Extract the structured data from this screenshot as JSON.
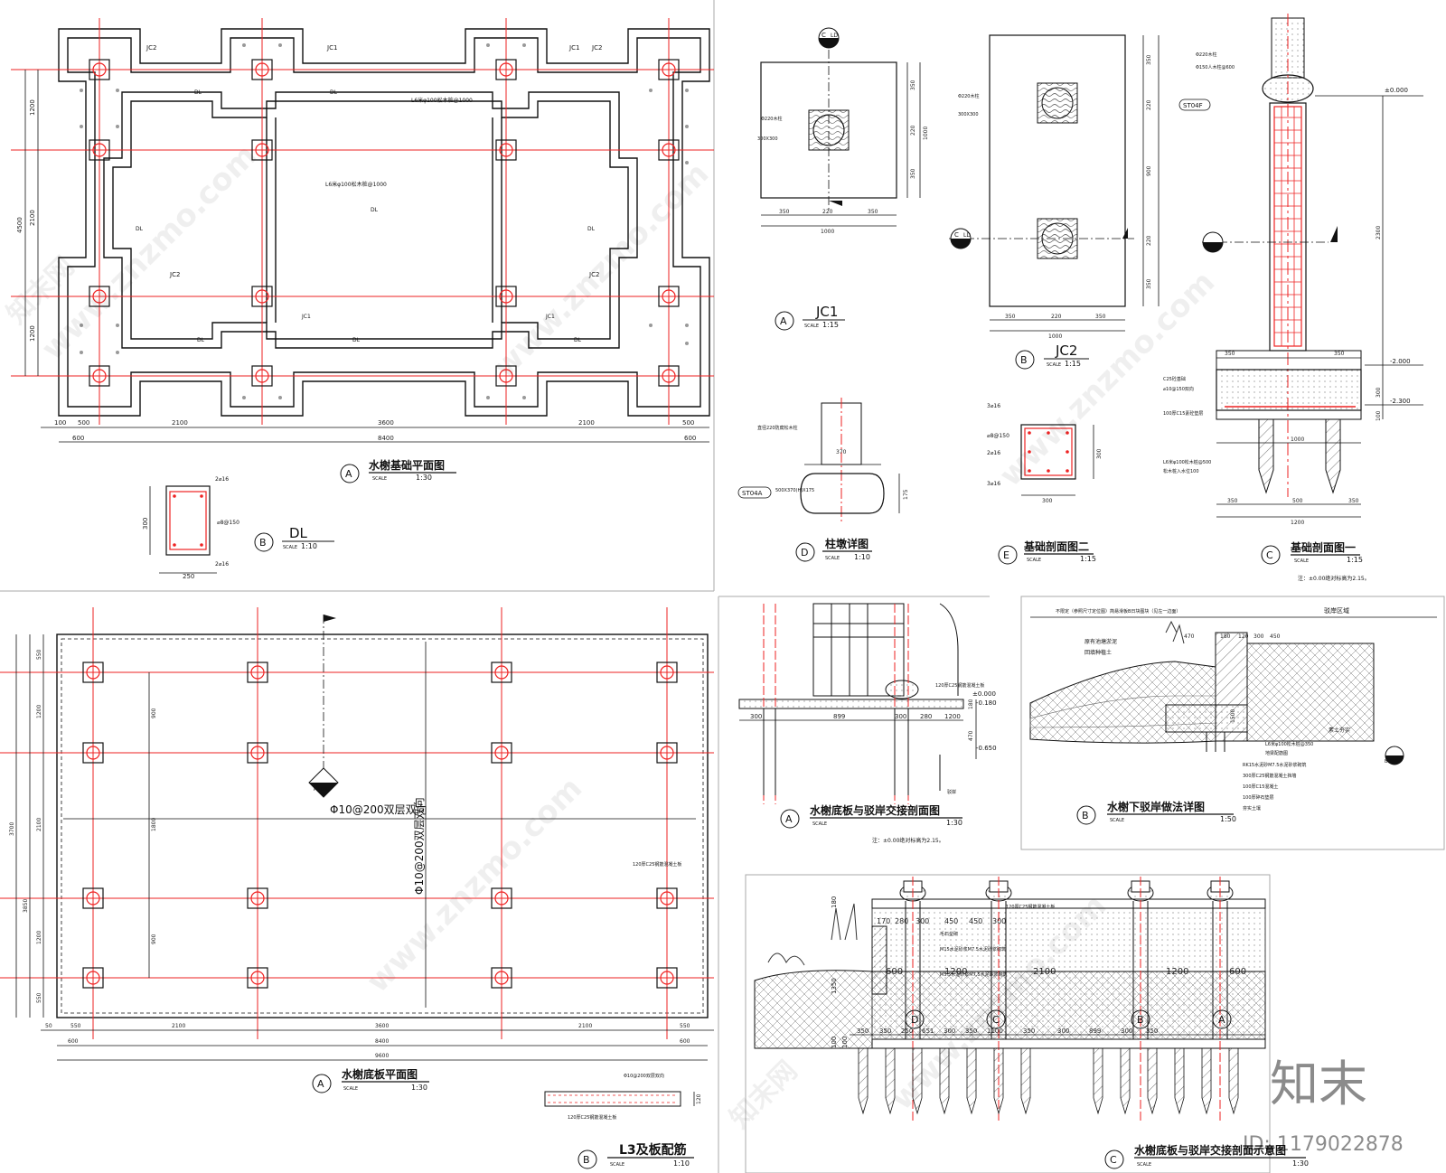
{
  "drawings": {
    "foundation_plan": {
      "mark": "A",
      "title": "水榭基础平面图",
      "scale_label": "SCALE",
      "scale": "1:30",
      "labels": {
        "jc1": "JC1",
        "jc2": "JC2",
        "dl": "DL",
        "timber1": "L6米φ100松木桩@1000",
        "timber2": "L6米φ100松木桩@1000"
      },
      "dims_bottom": [
        "500",
        "2100",
        "3600",
        "2100",
        "500"
      ],
      "dims_total": [
        "600",
        "8400",
        "600"
      ],
      "dims_left": [
        "1200",
        "2100",
        "1200"
      ],
      "dim_left_total": "4500",
      "dim_margin": "100"
    },
    "dl_section": {
      "mark": "B",
      "title": "DL",
      "scale_label": "SCALE",
      "scale": "1:10",
      "labels": {
        "top": "2⌀16",
        "stirrup": "⌀8@150",
        "bottom": "2⌀16"
      },
      "width": "250",
      "height": "300"
    },
    "jc1": {
      "mark": "A",
      "title": "JC1",
      "scale_label": "SCALE",
      "scale": "1:15",
      "labels": {
        "col": "Φ220木柱",
        "pad": "300X300"
      },
      "dims_bottom": [
        "350",
        "220",
        "350"
      ],
      "dim_total": "1000",
      "dims_right": [
        "350",
        "220",
        "350"
      ],
      "dim_right_total": "1000",
      "sect_mark": "C",
      "sect_ref": "LD"
    },
    "jc2": {
      "mark": "B",
      "title": "JC2",
      "scale_label": "SCALE",
      "scale": "1:15",
      "labels": {
        "col": "Φ220木柱",
        "pad": "300X300"
      },
      "dims_bottom": [
        "350",
        "220",
        "350"
      ],
      "dim_total": "1000",
      "dims_right": [
        "350",
        "220",
        "900",
        "220",
        "350"
      ],
      "sect_mark": "C",
      "sect_ref": "LD"
    },
    "column_base": {
      "mark": "D",
      "title": "柱墩详图",
      "scale_label": "SCALE",
      "scale": "1:10",
      "labels": {
        "col": "直径220防腐松木柱",
        "tag": "ST04A",
        "stone": "500X370(H)X175"
      },
      "dim_top": "370",
      "dim_side": "175"
    },
    "section_two": {
      "mark": "E",
      "title": "基础剖面图二",
      "scale_label": "SCALE",
      "scale": "1:15",
      "labels": {
        "top": "3⌀16",
        "stirrup": "⌀8@150",
        "mid": "2⌀16",
        "bottom": "3⌀16"
      },
      "width": "300",
      "height": "300"
    },
    "section_one": {
      "mark": "C",
      "title": "基础剖面图一",
      "scale_label": "SCALE",
      "scale": "1:15",
      "labels": {
        "col": "Φ220木柱",
        "rail": "Φ150人木柱@600",
        "tag": "ST04F",
        "conc": "C25砼基础",
        "rebar": "⌀10@150双向",
        "cushion": "100厚C15素砼垫层",
        "pile": "L6米φ100松木桩@500",
        "pile2": "松木桩入水位100",
        "note": "注：±0.00绝对标高为2.15。"
      },
      "levels": [
        "±0.000",
        "-2.000",
        "-2.300"
      ],
      "dims_bottom": [
        "350",
        "500",
        "350"
      ],
      "dim_total": "1200",
      "dims_mid": [
        "1000"
      ],
      "dim_h": [
        "2300",
        "300",
        "100"
      ],
      "dims_top": [
        "350",
        "350"
      ]
    },
    "slab_plan": {
      "mark": "A",
      "title": "水榭底板平面图",
      "scale_label": "SCALE",
      "scale": "1:30",
      "labels": {
        "rebar": "Φ10@200双层双向",
        "rebar_v": "Φ10@200双层双向",
        "slab": "120厚C25钢筋混凝土板",
        "sect": "P-503B"
      },
      "dims_bottom": [
        "550",
        "2100",
        "3600",
        "2100",
        "550"
      ],
      "dims_total": [
        "600",
        "8400",
        "600"
      ],
      "dim_grand": "9600",
      "dims_left": [
        "550",
        "1200",
        "2100",
        "1200",
        "550"
      ],
      "dims_left2": [
        "3700",
        "3850"
      ],
      "dim_margin": "50",
      "dims_inner": [
        "900",
        "1800",
        "900"
      ]
    },
    "l3_detail": {
      "mark": "B",
      "title": "L3及板配筋",
      "scale_label": "SCALE",
      "scale": "1:10",
      "labels": {
        "top": "Φ10@200双层双向",
        "bot": "120厚C25钢筋混凝土板"
      },
      "dim": "120"
    },
    "joint_section": {
      "mark": "A",
      "title": "水榭底板与驳岸交接剖面图",
      "scale_label": "SCALE",
      "scale": "1:30",
      "labels": {
        "slab": "120厚C25钢筋混凝土板",
        "bank": "驳岸",
        "note": "注：±0.00绝对标高为2.15。"
      },
      "levels": [
        "±0.000",
        "-0.180",
        "-0.650"
      ],
      "dims": [
        "300",
        "899",
        "300",
        "280",
        "1200"
      ],
      "dims_v": [
        "180",
        "470"
      ]
    },
    "revetment": {
      "mark": "B",
      "title": "水榭下驳岸做法详图",
      "scale_label": "SCALE",
      "scale": "1:50",
      "labels": {
        "top": "不限定（参照尺寸定位图）简易滑板B日块图块（见左一边面）",
        "zone": "驳岸区域",
        "fill1": "原有池塘淤泥",
        "fill2": "回填种植土",
        "pile": "L6米φ100松木桩@350",
        "pile2": "地梁配筋图",
        "soil": "素土夯实",
        "layers": [
          "RK15水泥砂M7.5水泥砂浆砌筑",
          "300厚C25钢筋混凝土挡墙",
          "100厚C15混凝土",
          "100厚碎石垫层",
          "夯实土壤"
        ],
        "sect": "B-608"
      },
      "dims_top": [
        "470",
        "180",
        "120",
        "300",
        "450"
      ],
      "dim_v": "1500"
    },
    "bank_section": {
      "mark": "C",
      "title": "水榭底板与驳岸交接剖面示意图",
      "scale_label": "SCALE",
      "scale": "1:30",
      "labels": {
        "slab": "120厚C25钢筋混凝土板",
        "stone": "毛石垒砌",
        "mortar": "M15水泥砂浆M7.5水泥砂浆砌筑",
        "mortar2": "M5.5水泥砂浆M7.5水泥砂浆砌筑"
      },
      "dims_top": [
        "170",
        "280",
        "300",
        "450",
        "450",
        "300"
      ],
      "dims_mid": [
        "600",
        "1200",
        "2100",
        "1200",
        "600"
      ],
      "dims_low": [
        "350",
        "350",
        "250",
        "651",
        "300",
        "350",
        "1100",
        "350",
        "300",
        "899",
        "300",
        "350"
      ],
      "grid": [
        "D",
        "C",
        "B",
        "A"
      ],
      "dims_v": [
        "180",
        "1350",
        "100",
        "100"
      ]
    }
  },
  "watermark": {
    "brand": "知末",
    "id": "ID: 1179022878",
    "url": "www.znzmo.com",
    "cn": "知末网"
  }
}
